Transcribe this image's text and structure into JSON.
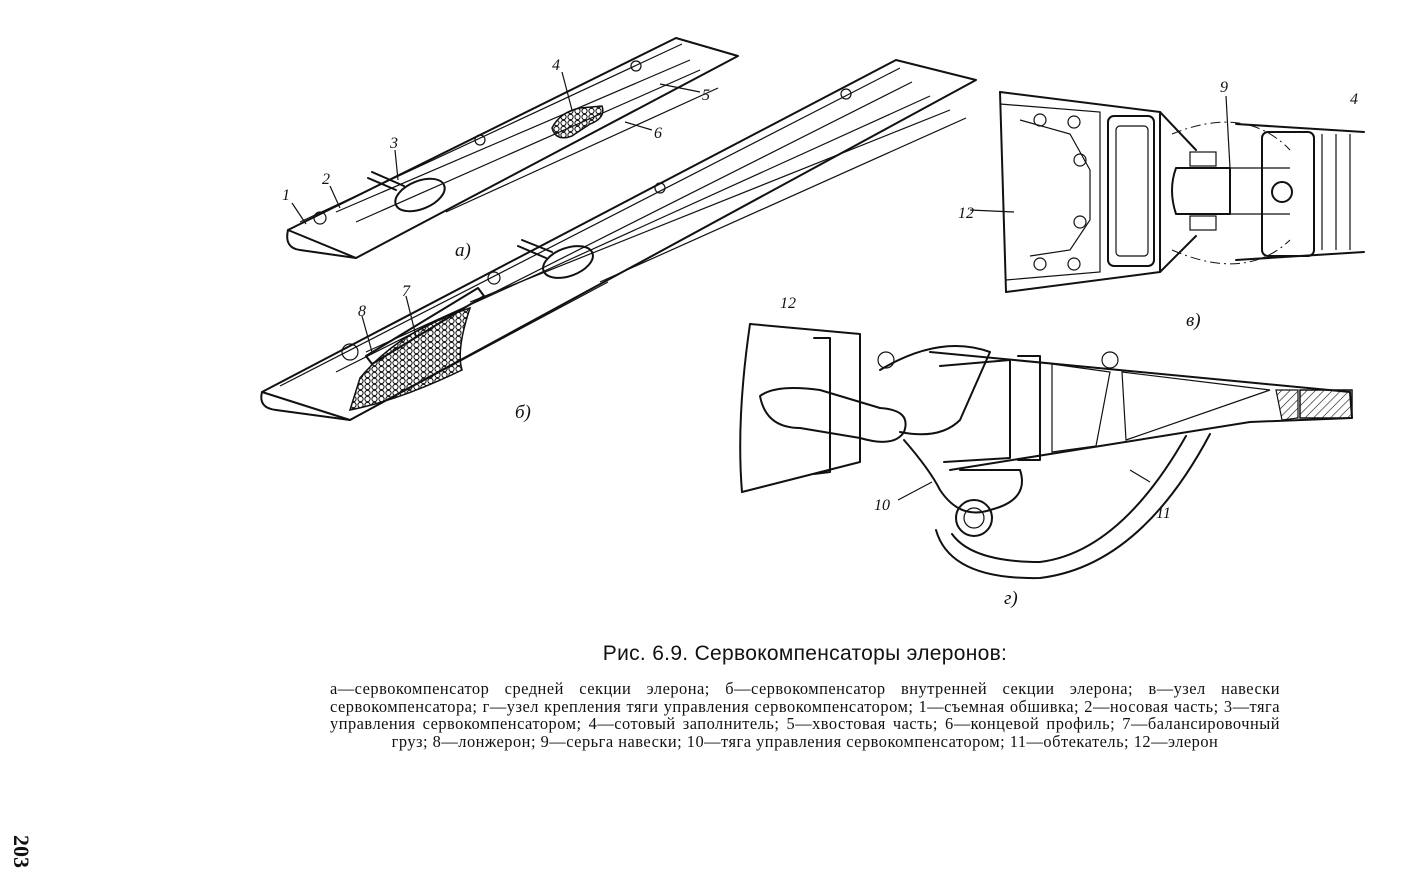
{
  "figure": {
    "labels": {
      "l1": "1",
      "l2": "2",
      "l3": "3",
      "l4": "4",
      "l5": "5",
      "l6": "6",
      "l7": "7",
      "l8": "8",
      "l9": "9",
      "l4b": "4",
      "l12a": "12",
      "l12b": "12",
      "l10": "10",
      "l11": "11"
    },
    "subfigures": {
      "a": "а)",
      "b": "б)",
      "v": "в)",
      "g": "г)"
    }
  },
  "caption": {
    "title": "Рис. 6.9. Сервокомпенсаторы элеронов:",
    "body": "а—сервокомпенсатор средней секции элерона; б—сервокомпенсатор внутренней секции элерона; в—узел навески сервокомпенсатора; г—узел крепления тяги управления сервокомпенсатором; 1—съемная обшивка; 2—носовая часть; 3—тяга управления сервокомпенсатором; 4—сотовый заполнитель; 5—хвостовая часть; 6—концевой профиль; 7—балансировочный груз; 8—лонжерон; 9—серьга навески; 10—тяга управления сервокомпенсатором; 11—обтекатель; 12—элерон"
  },
  "page_number": "203"
}
